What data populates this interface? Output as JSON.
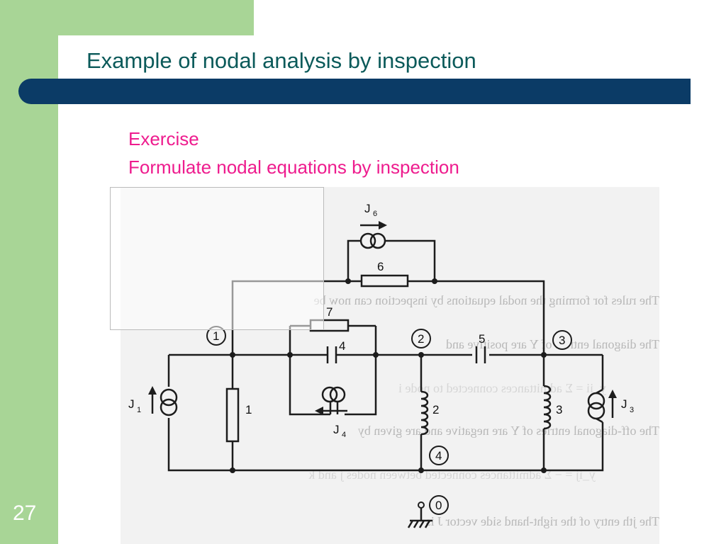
{
  "slide": {
    "title": "Example of nodal analysis by inspection",
    "subtitle_line1": "Exercise",
    "subtitle_line2": "Formulate nodal equations by inspection",
    "slide_number": "27"
  },
  "colors": {
    "green_bar": "#a8d596",
    "navy_rule": "#0b3b66",
    "title_text": "#0b5a5a",
    "subtitle_text": "#ee1c8e",
    "slide_number_text": "#ffffff"
  },
  "circuit": {
    "nodes": [
      "1",
      "2",
      "3",
      "4",
      "0"
    ],
    "elements": {
      "j6": "J",
      "j6_sub": "6",
      "r6": "6",
      "r7": "7",
      "c4": "4",
      "c5": "5",
      "r1": "1",
      "l2": "2",
      "l3": "3",
      "j1": "J",
      "j1_sub": "1",
      "j3": "J",
      "j3_sub": "3",
      "j4": "J",
      "j4_sub": "4"
    }
  },
  "background_text": {
    "line1": "The rules for forming the nodal equations by inspection can now be",
    "line2": "The diagonal entries of Y are positive and",
    "line3": "y_ii = Σ admittances connected to node i",
    "line4": "The off-diagonal entries of Y are negative and are given by",
    "line5": "y_ij = − Σ admittances connected between nodes j and k",
    "line6": "The jth entry of the right-hand side vector J is"
  }
}
